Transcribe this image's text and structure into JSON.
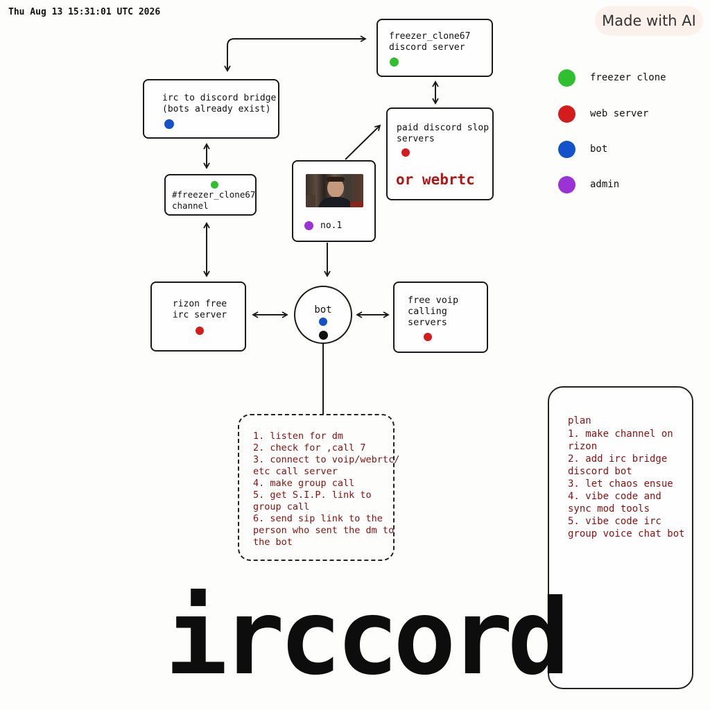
{
  "timestamp": "Thu Aug 13 15:31:01 UTC 2026",
  "badge": "Made with AI",
  "colors": {
    "green": "#2fbf2f",
    "red": "#d41c1c",
    "blue": "#1452cc",
    "purple": "#9b32d6",
    "note_text": "#8b0f0f"
  },
  "legend": [
    {
      "label": "freezer clone",
      "color": "#2fbf2f"
    },
    {
      "label": "web server",
      "color": "#d41c1c"
    },
    {
      "label": "bot",
      "color": "#1452cc"
    },
    {
      "label": "admin",
      "color": "#9b32d6"
    }
  ],
  "nodes": {
    "discord_server": "freezer_clone67\ndiscord server",
    "irc_bridge": "irc to discord bridge\n(bots already exist)",
    "paid_servers": "paid discord slop\nservers",
    "paid_servers_alt": "or webrtc",
    "channel": "#freezer_clone67\nchannel",
    "admin": "no.1",
    "admin_photo": "photo",
    "rizon": "rizon free\nirc server",
    "bot": "bot",
    "voip": "free voip\ncalling\nservers"
  },
  "bot_steps": [
    "1. listen for dm",
    "2. check for ,call 7",
    "3. connect to voip/webrtc/ etc call server",
    "4. make group call",
    "5. get S.I.P. link to group call",
    "6. send sip link to the person who sent the dm to the bot"
  ],
  "plan": {
    "title": "plan",
    "items": [
      "1. make channel on rizon",
      "2. add irc bridge discord bot",
      "3. let chaos ensue",
      "4. vibe code and sync mod tools",
      "5. vibe code irc group voice chat bot"
    ]
  },
  "big_title": "irccord"
}
